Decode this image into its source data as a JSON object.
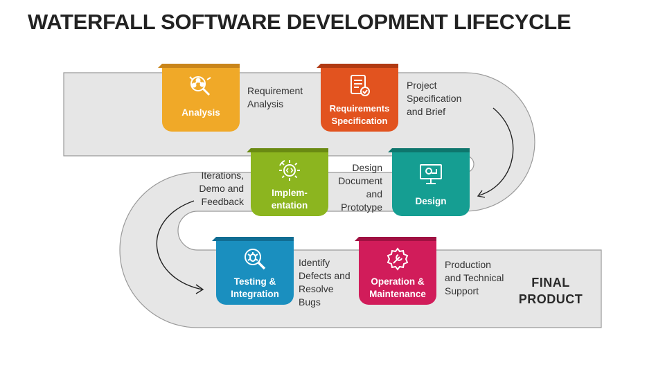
{
  "title": "WATERFALL SOFTWARE DEVELOPMENT LIFECYCLE",
  "steps": [
    {
      "label": "Analysis",
      "icon": "analysis-nodes-icon",
      "color": "#F0A928",
      "dark": "#C9851A",
      "note": "Requirement\nAnalysis"
    },
    {
      "label": "Requirements Specification",
      "icon": "document-check-icon",
      "color": "#E2531F",
      "dark": "#B13A12",
      "note": "Project\nSpecification\nand Brief"
    },
    {
      "label": "Design",
      "icon": "monitor-design-icon",
      "color": "#159E92",
      "dark": "#0E766D",
      "note": "Design\nDocument\nand\nPrototype"
    },
    {
      "label": "Implem-\nentation",
      "icon": "gear-code-icon",
      "color": "#8CB51F",
      "dark": "#6A8A12",
      "note": "Iterations,\nDemo and\nFeedback"
    },
    {
      "label": "Testing &\nIntegration",
      "icon": "magnify-bug-icon",
      "color": "#1A8FBF",
      "dark": "#116D93",
      "note": "Identify\nDefects and\nResolve\nBugs"
    },
    {
      "label": "Operation &\nMaintenance",
      "icon": "wrench-gear-icon",
      "color": "#D11C5A",
      "dark": "#A01142",
      "note": "Production\nand Technical\nSupport"
    }
  ],
  "final_label": "FINAL\nPRODUCT",
  "track_color": "#E6E6E6",
  "track_border": "#9A9A9A"
}
